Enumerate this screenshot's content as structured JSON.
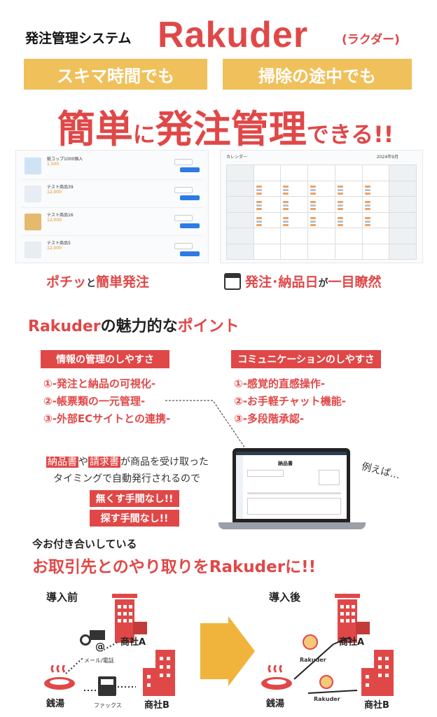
{
  "header": {
    "system_label": "発注管理システム",
    "brand": "Rakuder",
    "brand_kana": "(ラクダー)",
    "banner_left": "スキマ時間でも",
    "banner_right": "掃除の途中でも",
    "headline_1": "簡単",
    "headline_2": "に",
    "headline_3": "発注管理",
    "headline_4": "できる!!"
  },
  "product_list": {
    "items": [
      {
        "name": "紙コップ1000個入",
        "price": "1,500"
      },
      {
        "name": "テスト商品39",
        "price": "12,000"
      },
      {
        "name": "テスト商品16",
        "price": "12,000"
      },
      {
        "name": "テスト商品5",
        "price": "12,000"
      }
    ]
  },
  "calendar": {
    "title": "カレンダー",
    "month": "2024年9月"
  },
  "captions": {
    "left_1": "ポチッ",
    "left_2": "と",
    "left_3": "簡単発注",
    "right_1": "発注･納品日",
    "right_2": "が",
    "right_3": "一目瞭然"
  },
  "points": {
    "title_brand": "Rakuder",
    "title_mid": "の魅力的な",
    "title_end": "ポイント",
    "left_heading": "情報の管理のしやすさ",
    "right_heading": "コミュニケーションのしやすさ",
    "left_items": [
      "①-発注と納品の可視化-",
      "②-帳票類の一元管理-",
      "③-外部ECサイトとの連携-"
    ],
    "right_items": [
      "①-感覚的直感操作-",
      "②-お手軽チャット機能-",
      "③-多段階承認-"
    ]
  },
  "invoice": {
    "word_a": "納品書",
    "word_b": "や",
    "word_c": "請求書",
    "line1_end": "が商品を受け取った",
    "line2": "タイミングで自動発行されるので",
    "tag1": "無くす手間なし!!",
    "tag2": "探す手間なし!!",
    "example": "例えば…",
    "doc_title": "納品書"
  },
  "partners": {
    "sub": "今お付き合いしている",
    "title": "お取引先とのやり取りをRakuderに!!",
    "before": "導入前",
    "after": "導入後",
    "company_a": "商社A",
    "company_b": "商社B",
    "bathhouse": "銭湯",
    "mail_phone": "メール/電話",
    "fax": "ファックス",
    "rakuder_1": "Rakuder",
    "rakuder_2": "Rakuder"
  },
  "colors": {
    "accent": "#e04848",
    "banner": "#f0c05a",
    "arrow": "#f0b43c"
  }
}
